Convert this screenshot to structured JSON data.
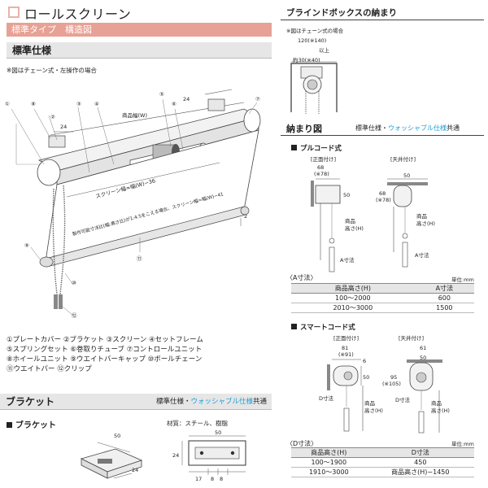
{
  "page": {
    "title": "ロールスクリーン",
    "subtitle": "標準タイプ　構造図"
  },
  "standard": {
    "heading": "標準仕様",
    "note": "※図はチェーン式・左操作の場合",
    "dims": {
      "width": "商品幅(W)",
      "d24a": "24",
      "d24b": "24",
      "screen_width": "スクリーン幅=幅(W)−36",
      "note_long": "製作可能寸法比(幅:高さ比)が1:4.5をこえる場合、スクリーン幅=幅(W)−41",
      "d2": "2"
    },
    "callouts": [
      "①",
      "②",
      "③",
      "④",
      "⑤",
      "⑥",
      "⑦",
      "⑧",
      "⑨",
      "⑩",
      "⑪",
      "⑫"
    ],
    "legend": [
      "①プレートカバー ②ブラケット ③スクリーン ④セットフレーム",
      "⑤スプリングセット ⑥巻取りチューブ ⑦コントロールユニット",
      "⑧ホイールユニット ⑨ウエイトバーキャップ ⑩ボールチェーン",
      "⑪ウエイトバー ⑫クリップ"
    ]
  },
  "blind_box": {
    "heading": "ブラインドボックスの納まり",
    "note": "※図はチェーン式の場合",
    "dim_top": "120(※140)",
    "dim_top2": "以上",
    "dim_side": "約30(※40)"
  },
  "fit": {
    "heading": "納まり図",
    "tag_plain": "標準仕様・",
    "tag_teal": "ウォッシャブル仕様",
    "tag_end": "共通",
    "pull": {
      "heading": "プルコード式",
      "front_label": "[正面付け]",
      "ceiling_label": "[天井付け]",
      "d68": "68",
      "d78": "(※78)",
      "d50": "50",
      "d50b": "50",
      "d68b": "68",
      "d78b": "(※78)",
      "height": "商品\n高さ(H)",
      "height_b": "商品\n高さ(H)",
      "a_dim": "A寸法",
      "a_dim_b": "A寸法",
      "table_title": "〈A寸法〉",
      "unit": "単位:mm",
      "headers": [
        "商品高さ(H)",
        "A寸法"
      ],
      "rows": [
        [
          "100〜2000",
          "600"
        ],
        [
          "2010〜3000",
          "1500"
        ]
      ]
    },
    "smart": {
      "heading": "スマートコード式",
      "front_label": "[正面付け]",
      "ceiling_label": "[天井付け]",
      "d81": "81",
      "d91": "(※91)",
      "d6": "6",
      "d50": "50",
      "d61": "61",
      "d50b": "50",
      "d95": "95",
      "d105": "(※105)",
      "height": "商品\n高さ(H)",
      "height_b": "商品\n高さ(H)",
      "d_dim": "D寸法",
      "d_dim_b": "D寸法",
      "table_title": "〈D寸法〉",
      "unit": "単位:mm",
      "headers": [
        "商品高さ(H)",
        "D寸法"
      ],
      "rows": [
        [
          "100〜1900",
          "450"
        ],
        [
          "1910〜3000",
          "商品高さ(H)−1450"
        ]
      ]
    }
  },
  "bracket": {
    "heading": "ブラケット",
    "tag_plain": "標準仕様・",
    "tag_teal": "ウォッシャブル仕様",
    "tag_end": "共通",
    "sub": "ブラケット",
    "material": "材質：スチール、樹脂",
    "d50": "50",
    "d24": "24",
    "d50b": "50",
    "d24b": "24",
    "d17": "17",
    "d8a": "8",
    "d8b": "8"
  }
}
